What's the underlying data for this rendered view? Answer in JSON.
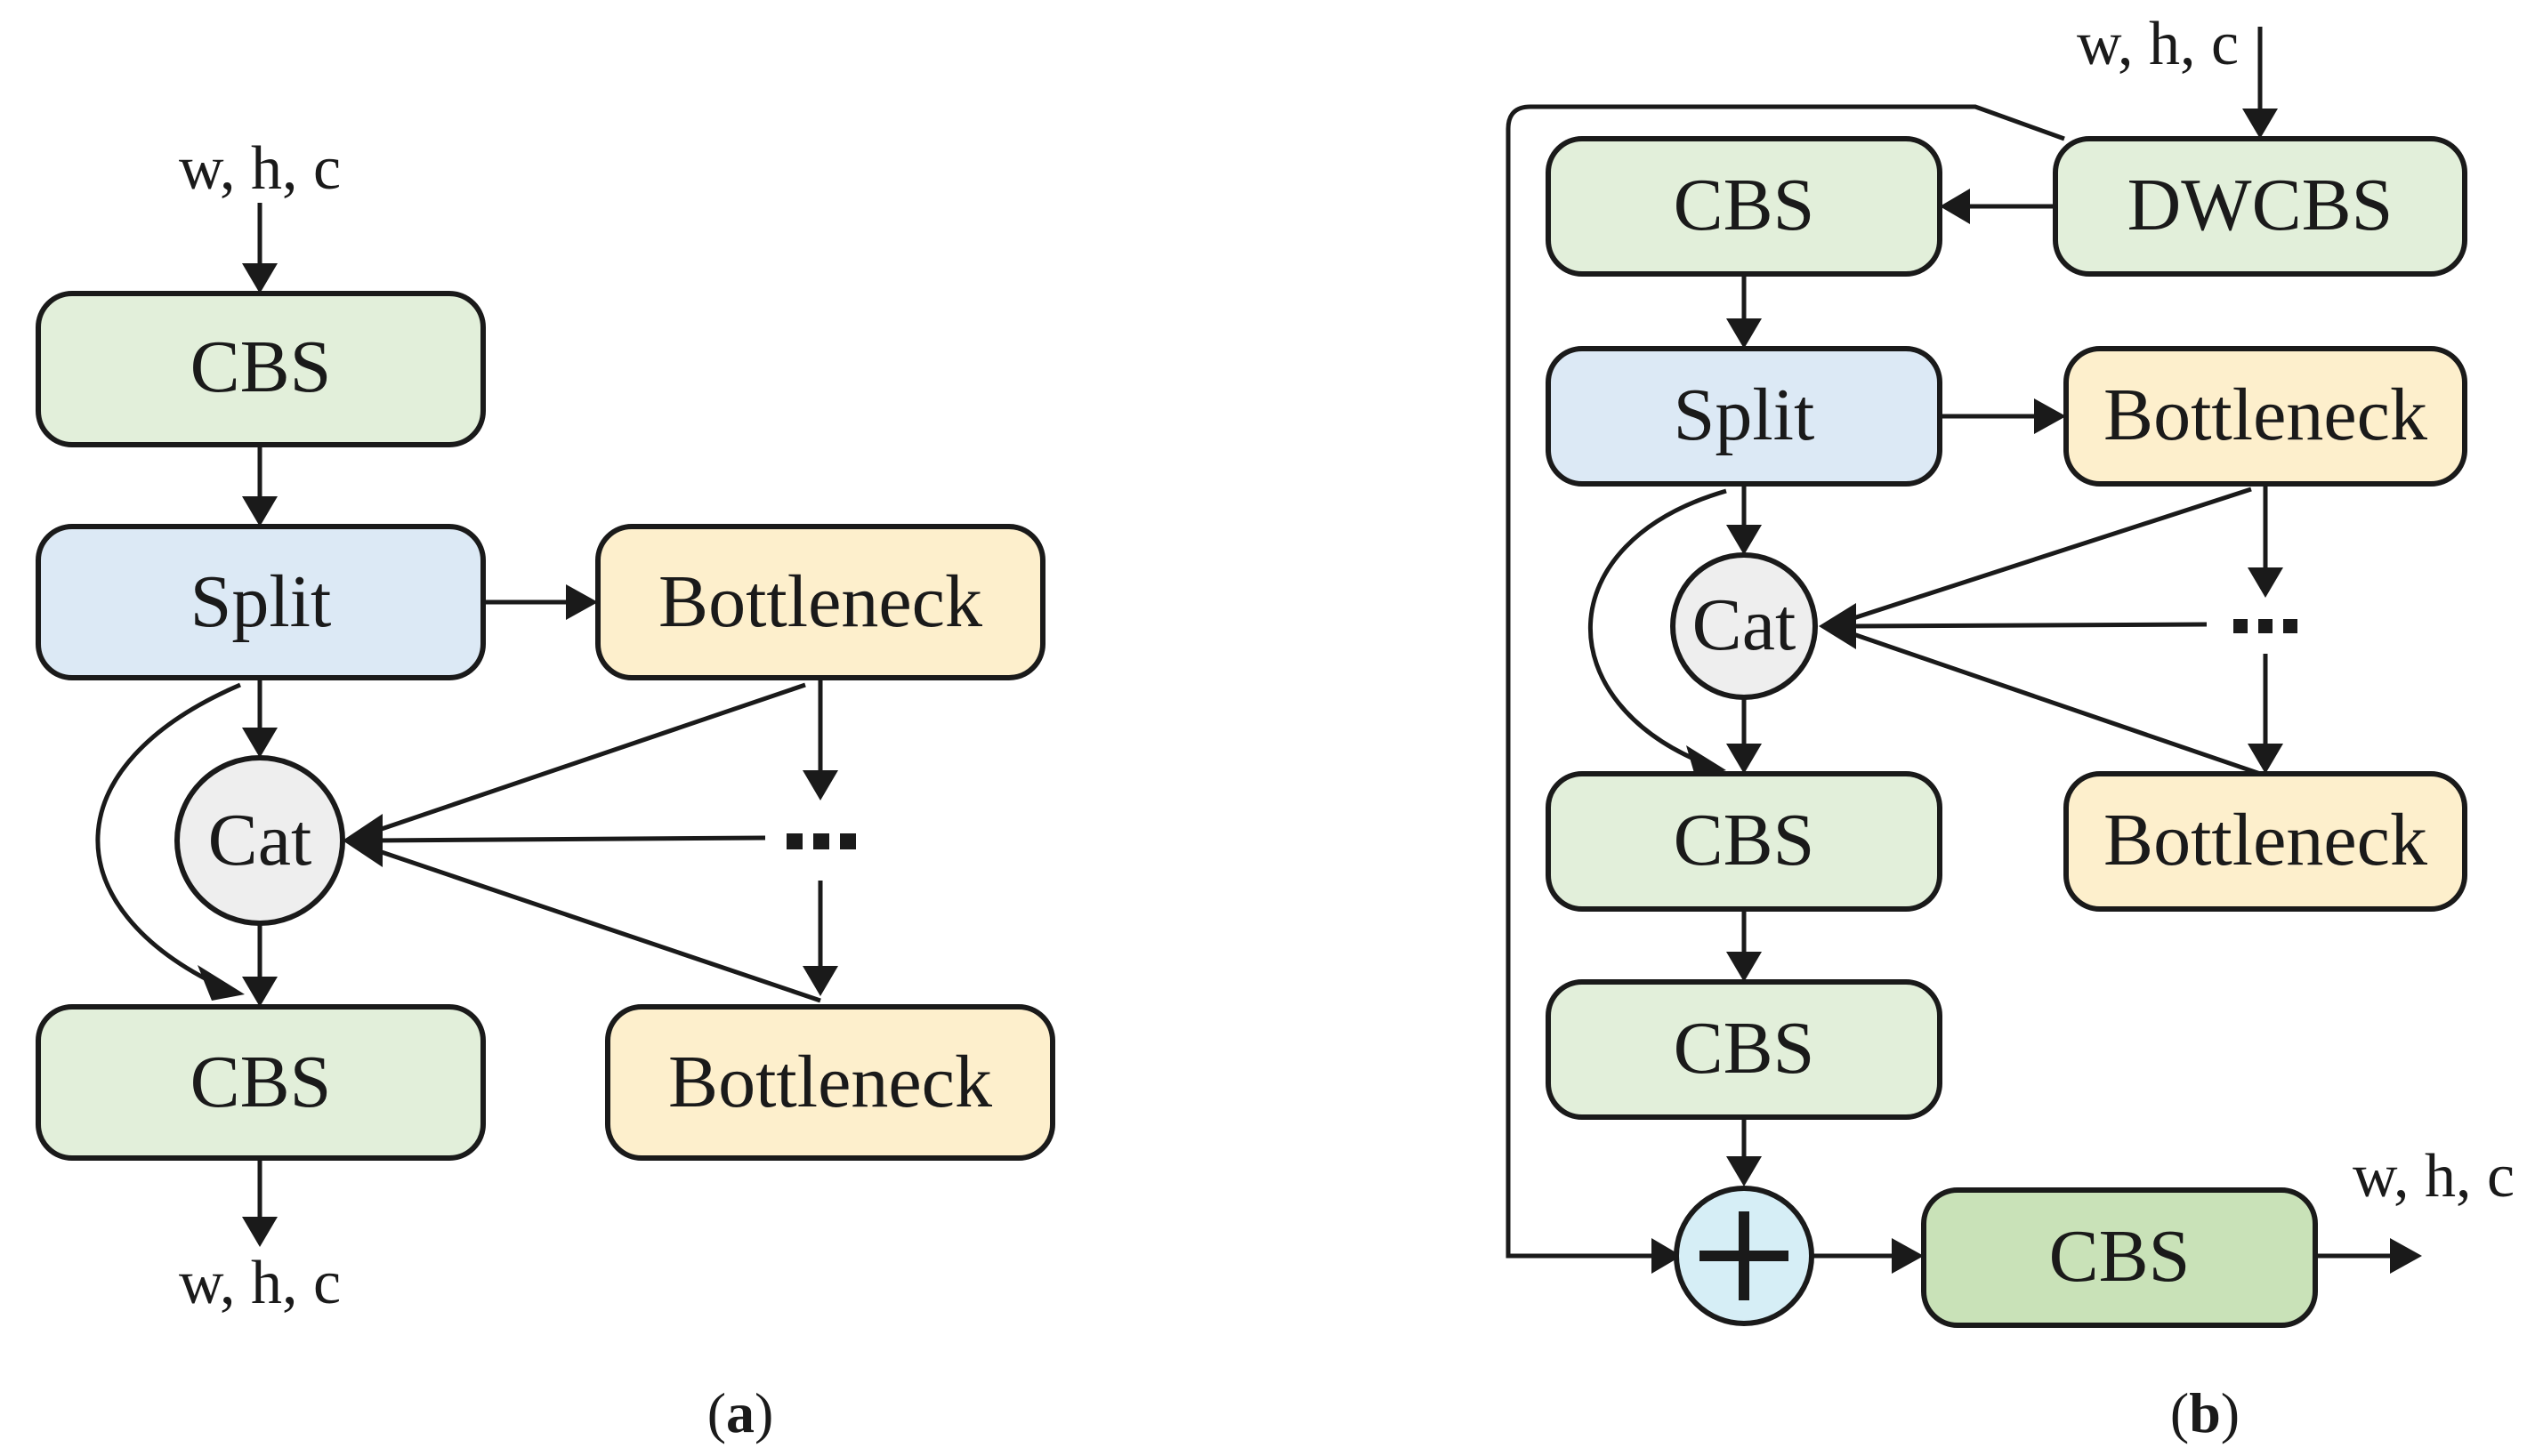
{
  "colors": {
    "cbs": "#e2efda",
    "cbs_out": "#c9e2b8",
    "split": "#dce9f5",
    "bottleneck": "#fdefcc",
    "cat": "#eeeeee",
    "add": "#d6eef6",
    "stroke": "#1a1a1a"
  },
  "diagram_a": {
    "input": "w, h, c",
    "cbs_top": "CBS",
    "split": "Split",
    "bottleneck_top": "Bottleneck",
    "cat": "Cat",
    "ellipsis": "...",
    "bottleneck_bottom": "Bottleneck",
    "cbs_bottom": "CBS",
    "output": "w, h, c",
    "caption_open": "(",
    "caption_letter": "a",
    "caption_close": ")"
  },
  "diagram_b": {
    "input": "w, h, c",
    "dwcbs": "DWCBS",
    "cbs_top": "CBS",
    "split": "Split",
    "bottleneck_top": "Bottleneck",
    "cat": "Cat",
    "ellipsis": "...",
    "bottleneck_bottom": "Bottleneck",
    "cbs_mid1": "CBS",
    "cbs_mid2": "CBS",
    "add_icon": "plus-icon",
    "cbs_out": "CBS",
    "output": "w, h, c",
    "caption_open": "(",
    "caption_letter": "b",
    "caption_close": ")"
  }
}
